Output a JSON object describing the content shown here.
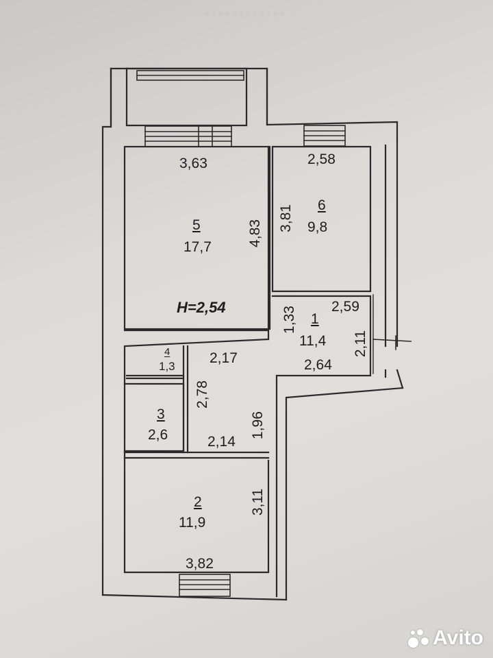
{
  "plan": {
    "height_label": "H=2,54",
    "rooms": [
      {
        "id": "5",
        "area": "17,7"
      },
      {
        "id": "6",
        "area": "9,8"
      },
      {
        "id": "1",
        "area": "11,4"
      },
      {
        "id": "4",
        "area": "1,3"
      },
      {
        "id": "3",
        "area": "2,6"
      },
      {
        "id": "2",
        "area": "11,9"
      }
    ],
    "dimensions": {
      "d_363": "3,63",
      "d_258": "2,58",
      "d_483": "4,83",
      "d_381": "3,81",
      "d_259": "2,59",
      "d_133": "1,33",
      "d_211": "2,11",
      "d_264": "2,64",
      "d_217": "2,17",
      "d_278": "2,78",
      "d_196": "1,96",
      "d_214": "2,14",
      "d_311": "3,11",
      "d_382": "3,82"
    }
  },
  "watermark": {
    "text": "Avito",
    "icon": "avito-dots-icon"
  },
  "colors": {
    "wall": "#2a2a2a",
    "paper": "#dedcd8",
    "watermark": "#ffffff"
  }
}
